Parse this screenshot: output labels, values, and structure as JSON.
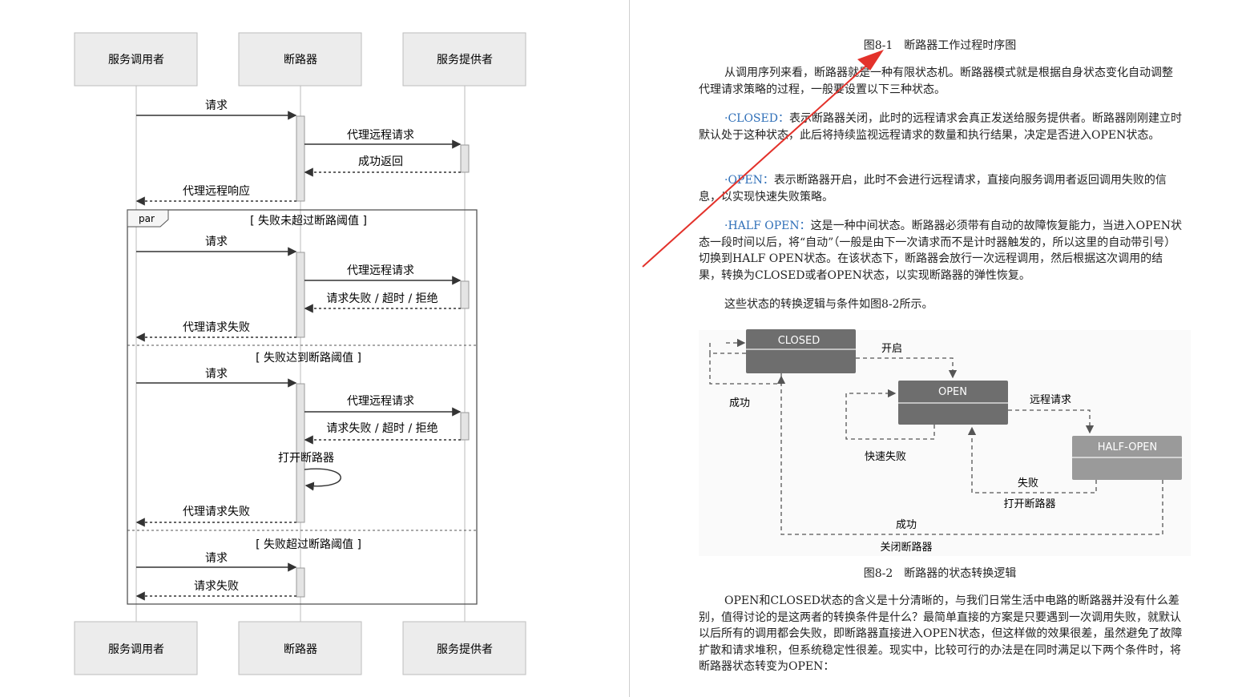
{
  "sequence_diagram": {
    "participants": [
      "服务调用者",
      "断路器",
      "服务提供者"
    ],
    "msg_request": "请求",
    "msg_proxy_request": "代理远程请求",
    "msg_success_return": "成功返回",
    "msg_proxy_response": "代理远程响应",
    "fragment_tag": "par",
    "guard_1": "[ 失败未超过断路阈值 ]",
    "guard_2": "[ 失败达到断路阈值 ]",
    "guard_3": "[ 失败超过断路阈值 ]",
    "msg_fail_timeout_reject": "请求失败 / 超时 / 拒绝",
    "msg_proxy_fail": "代理请求失败",
    "msg_open_breaker": "打开断路器",
    "msg_request_fail": "请求失败"
  },
  "right_page": {
    "fig1_caption": "图8-1　断路器工作过程时序图",
    "para_intro": "从调用序列来看，断路器就是一种有限状态机。断路器模式就是根据自身状态变化自动调整代理请求策略的过程，一般要设置以下三种状态。",
    "closed_term": "·CLOSED：",
    "closed_text": "表示断路器关闭，此时的远程请求会真正发送给服务提供者。断路器刚刚建立时默认处于这种状态，此后将持续监视远程请求的数量和执行结果，决定是否进入OPEN状态。",
    "open_term": "·OPEN：",
    "open_text": "表示断路器开启，此时不会进行远程请求，直接向服务调用者返回调用失败的信息，以实现快速失败策略。",
    "half_term": "·HALF OPEN：",
    "half_text": "这是一种中间状态。断路器必须带有自动的故障恢复能力，当进入OPEN状态一段时间以后，将“自动”（一般是由下一次请求而不是计时器触发的，所以这里的自动带引号）切换到HALF OPEN状态。在该状态下，断路器会放行一次远程调用，然后根据这次调用的结果，转换为CLOSED或者OPEN状态，以实现断路器的弹性恢复。",
    "para_transition": "这些状态的转换逻辑与条件如图8-2所示。",
    "fig2_caption": "图8-2　断路器的状态转换逻辑",
    "para_final": "OPEN和CLOSED状态的含义是十分清晰的，与我们日常生活中电路的断路器并没有什么差别，值得讨论的是这两者的转换条件是什么？最简单直接的方案是只要遇到一次调用失败，就默认以后所有的调用都会失败，即断路器直接进入OPEN状态，但这样做的效果很差，虽然避免了故障扩散和请求堆积，但系统稳定性很差。现实中，比较可行的办法是在同时满足以下两个条件时，将断路器状态转变为OPEN："
  },
  "state_diagram": {
    "state_closed": "CLOSED",
    "state_open": "OPEN",
    "state_half_open": "HALF-OPEN",
    "label_open": "开启",
    "label_success_1": "成功",
    "label_fast_fail": "快速失败",
    "label_remote_request": "远程请求",
    "label_fail": "失败",
    "label_open_breaker": "打开断路器",
    "label_success_2": "成功",
    "label_close_breaker": "关闭断路器"
  },
  "colors": {
    "arrow": "#e3322b",
    "blue_term": "#2f6fb8",
    "state_fill": "#6e6e6e"
  }
}
